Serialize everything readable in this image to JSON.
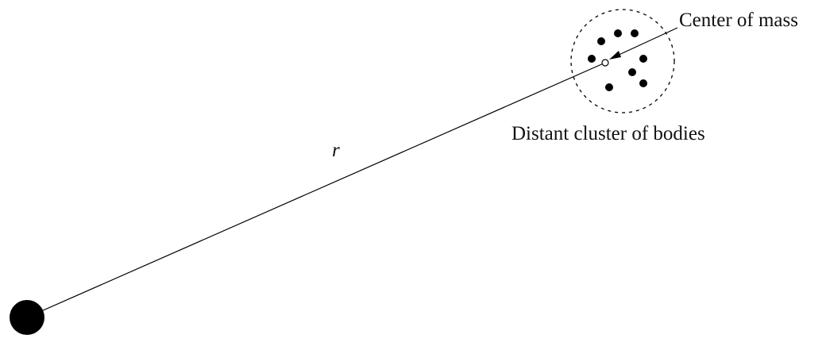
{
  "labels": {
    "center_of_mass": "Center of mass",
    "cluster": "Distant cluster of bodies",
    "distance": "r"
  },
  "colors": {
    "ink": "#000000",
    "background": "#ffffff"
  }
}
